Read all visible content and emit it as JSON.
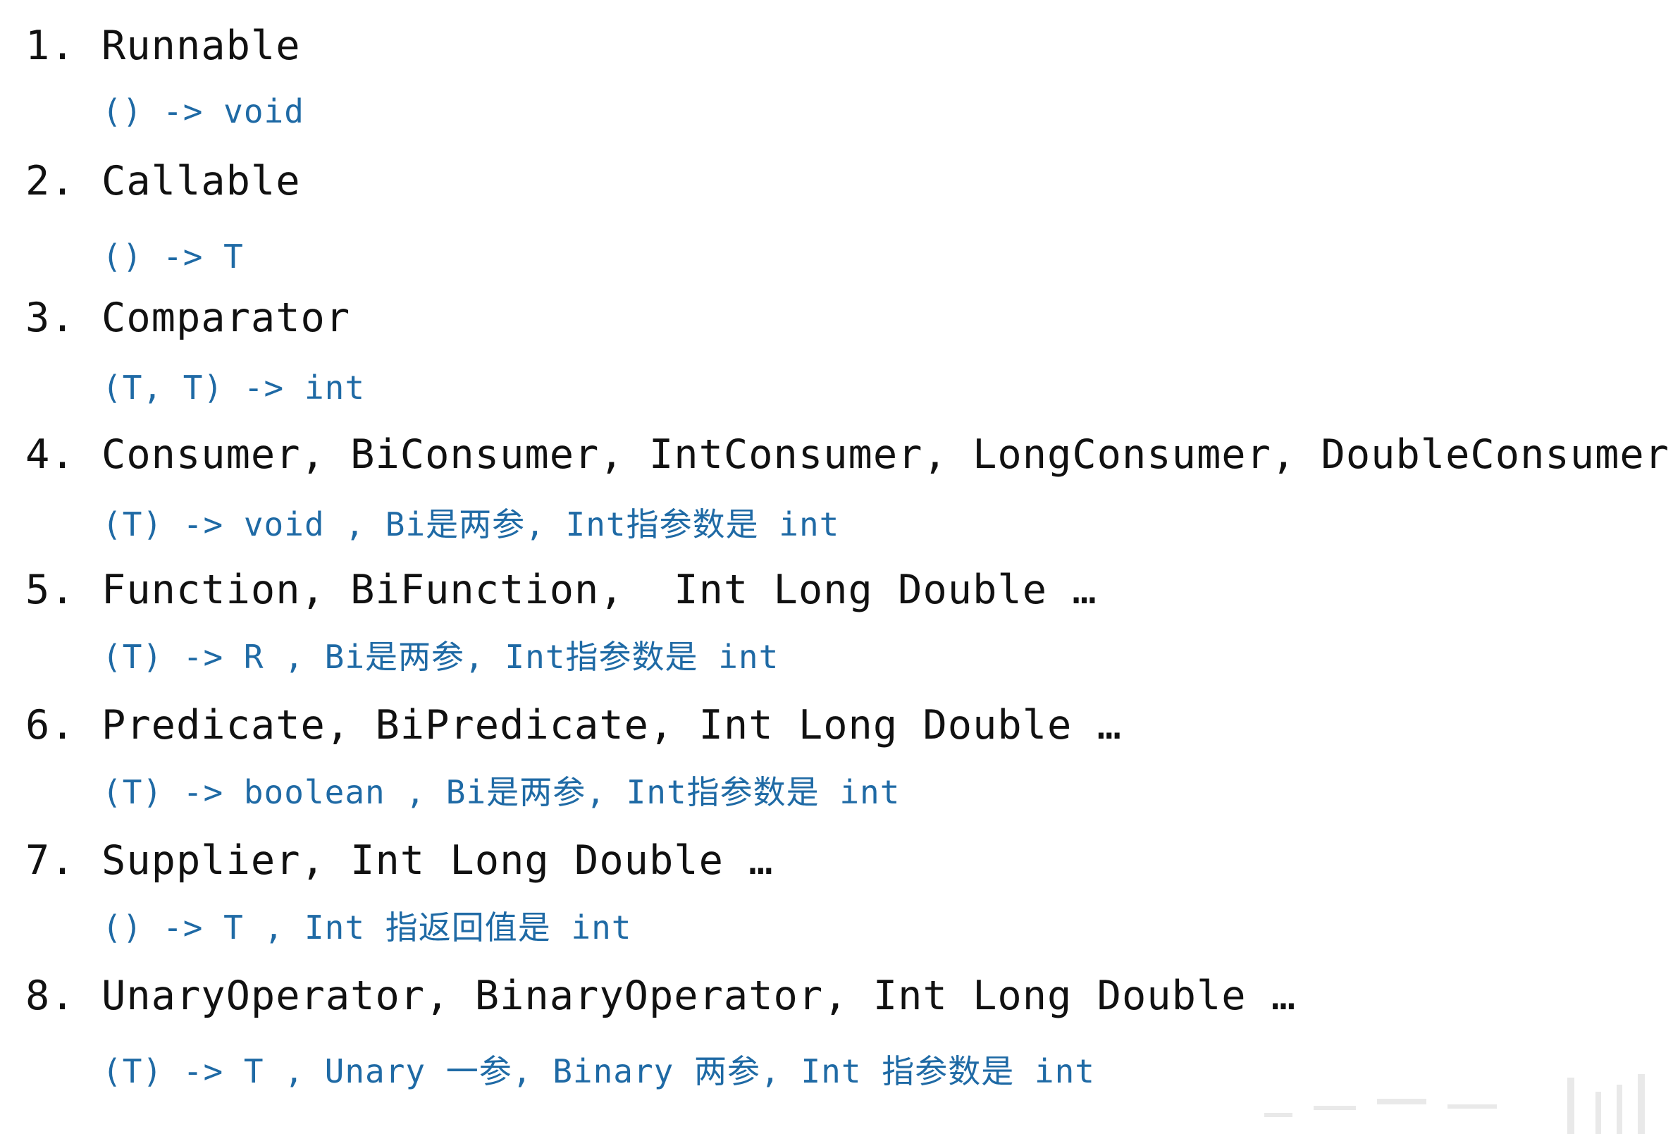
{
  "items": [
    {
      "number": "1.",
      "name": "Runnable",
      "signature": "() -> void"
    },
    {
      "number": "2.",
      "name": "Callable",
      "signature": "() -> T"
    },
    {
      "number": "3.",
      "name": "Comparator",
      "signature": "(T, T) -> int"
    },
    {
      "number": "4.",
      "name": "Consumer, BiConsumer, IntConsumer, LongConsumer, DoubleConsumer",
      "signature": "(T) -> void , Bi是两参, Int指参数是 int"
    },
    {
      "number": "5.",
      "name": "Function, BiFunction,  Int Long Double …",
      "signature": "(T) -> R , Bi是两参, Int指参数是 int"
    },
    {
      "number": "6.",
      "name": "Predicate, BiPredicate, Int Long Double …",
      "signature": "(T) -> boolean , Bi是两参, Int指参数是 int"
    },
    {
      "number": "7.",
      "name": "Supplier, Int Long Double …",
      "signature": "() -> T , Int 指返回值是 int"
    },
    {
      "number": "8.",
      "name": "UnaryOperator, BinaryOperator, Int Long Double …",
      "signature": "(T) -> T , Unary 一参, Binary 两参, Int 指参数是 int"
    }
  ]
}
